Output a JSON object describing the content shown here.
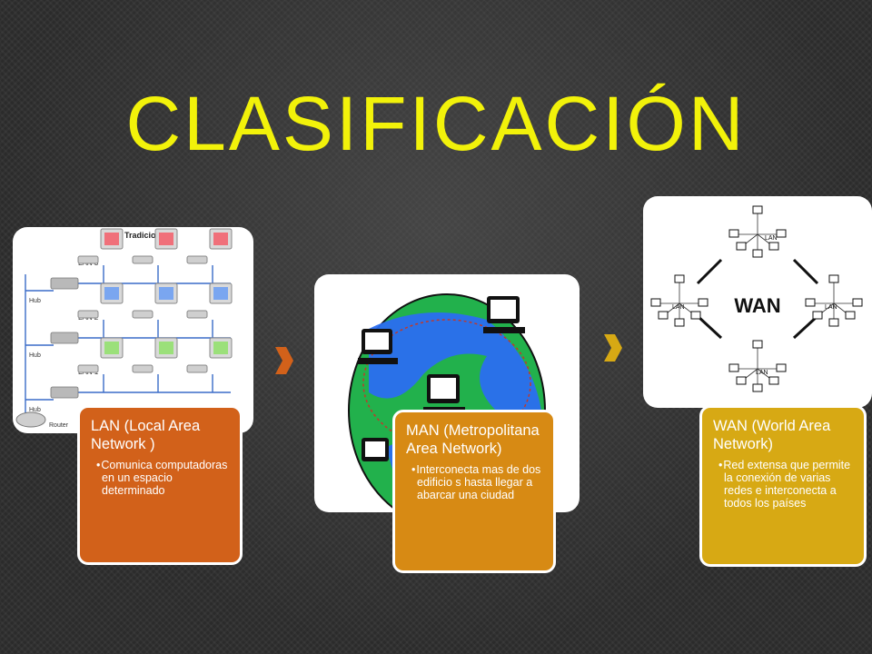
{
  "slide": {
    "title": "CLASIFICACIÓN",
    "colors": {
      "background": "#2b2b2b",
      "title": "#f2f20a",
      "lan_card": "#d2611a",
      "man_card": "#d78a14",
      "wan_card": "#d7a914",
      "arrow_1": "#d2611a",
      "arrow_2": "#d7a914"
    },
    "lan": {
      "heading": "LAN (Local Area Network )",
      "bullet": "Comunica computadoras en un espacio determinado",
      "image": {
        "caption": "LAN Tradicional",
        "lan_labels": [
          "LAN 3",
          "LAN 2",
          "LAN 1"
        ],
        "hub_label": "Hub",
        "router_label": "Router"
      }
    },
    "man": {
      "heading": "MAN (Metropolitana Area Network)",
      "bullet": "Interconecta mas de dos edificio s hasta llegar a abarcar una ciudad"
    },
    "wan": {
      "heading": "WAN (World Area Network)",
      "bullet": "Red extensa que permite la conexión de varias redes e interconecta a todos los países",
      "image": {
        "center_label": "WAN",
        "node_label": "LAN"
      }
    }
  }
}
